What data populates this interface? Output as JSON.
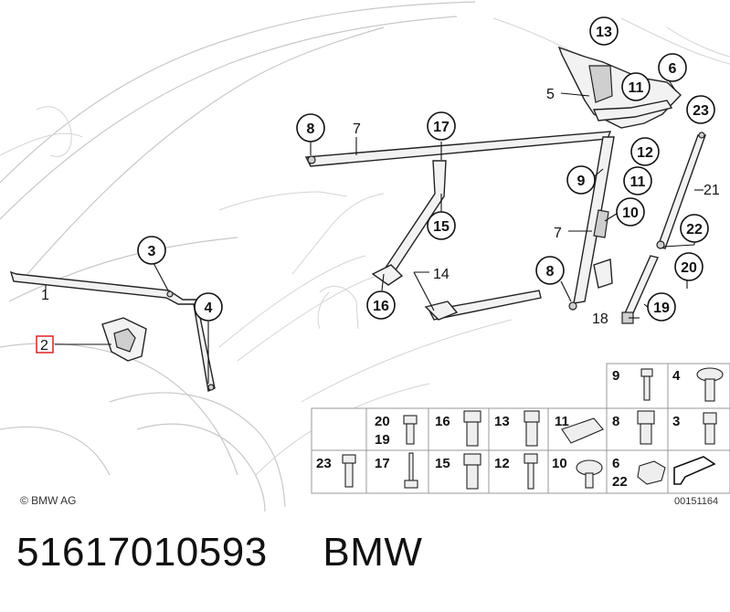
{
  "callouts": {
    "c1": "1",
    "c2": "2",
    "c3": "3",
    "c4": "4",
    "c5": "5",
    "c6": "6",
    "c7a": "7",
    "c7b": "7",
    "c8a": "8",
    "c8b": "8",
    "c9": "9",
    "c10": "10",
    "c11a": "11",
    "c11b": "11",
    "c12": "12",
    "c13": "13",
    "c14": "14",
    "c15": "15",
    "c16": "16",
    "c17": "17",
    "c18": "18",
    "c19": "19",
    "c20": "20",
    "c21": "21",
    "c22": "22",
    "c23": "23"
  },
  "table": {
    "r1": [
      "9",
      "4"
    ],
    "r2": [
      "20",
      "16",
      "13",
      "11",
      "8",
      "3"
    ],
    "r2b": "19",
    "r3": [
      "23",
      "17",
      "15",
      "12",
      "10",
      "6"
    ],
    "r3b": "22"
  },
  "copyright": "© BMW AG",
  "diagram_code": "00151164",
  "footer": {
    "part_number": "51617010593",
    "brand": "BMW"
  }
}
